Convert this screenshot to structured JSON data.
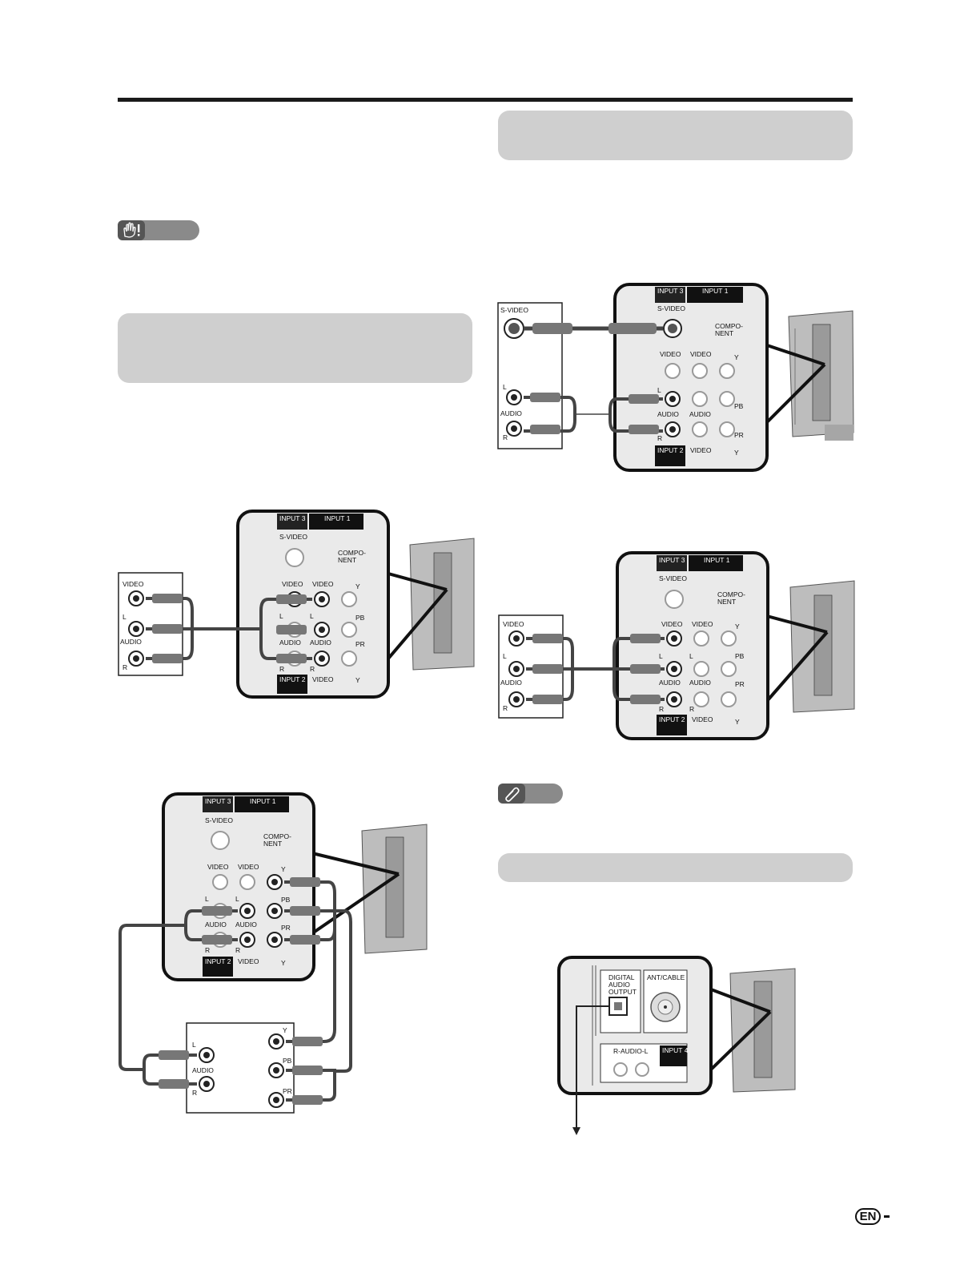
{
  "labels": {
    "input1": "INPUT 1",
    "input2": "INPUT 2",
    "input3": "INPUT 3",
    "input4": "INPUT 4",
    "svideo": "S-VIDEO",
    "video": "VIDEO",
    "component": "COMPO-\nNENT",
    "y": "Y",
    "pb": "PB",
    "pr": "PR",
    "l": "L",
    "r": "R",
    "audio": "AUDIO",
    "digital_audio_output": "DIGITAL\nAUDIO\nOUTPUT",
    "ant_cable": "ANT/CABLE",
    "r_audio_l": "R-AUDIO-L"
  },
  "footer": {
    "lang_badge": "EN"
  },
  "colors": {
    "rule": "#1a1a1a",
    "grey_box": "#cfcfcf",
    "pill": "#8a8a8a",
    "panel_fill": "#e9e9e9",
    "badge_black": "#111111"
  },
  "icons": [
    "caution-hand-icon",
    "note-paperclip-icon"
  ]
}
